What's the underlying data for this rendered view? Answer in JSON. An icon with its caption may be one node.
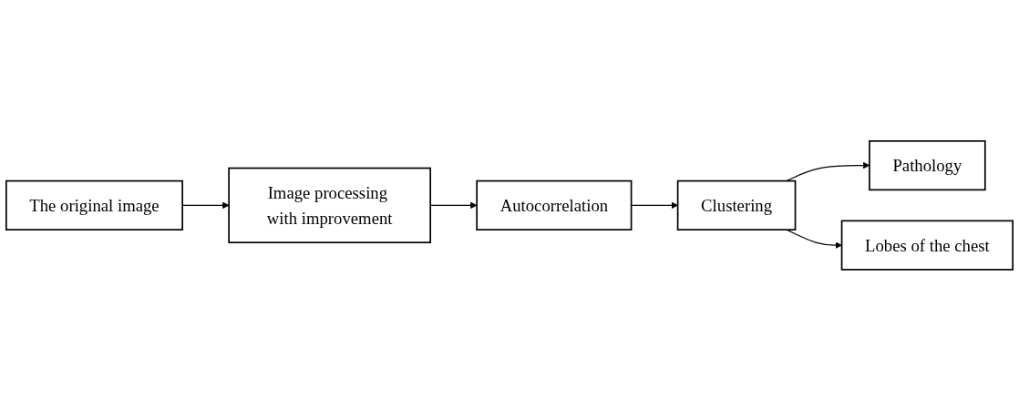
{
  "diagram": {
    "nodes": [
      {
        "text": [
          "The original image"
        ]
      },
      {
        "text": [
          "Image processing with improvement"
        ]
      },
      {
        "text": [
          "Autocorrelation"
        ]
      },
      {
        "text": [
          "Clustering"
        ]
      },
      {
        "text": [
          "Pathology"
        ]
      },
      {
        "text": [
          "Lobes of the chest"
        ]
      }
    ],
    "edges": [
      {
        "from": 0,
        "to": 1,
        "arrow": "to"
      },
      {
        "from": 1,
        "to": 2,
        "arrow": "to"
      },
      {
        "from": 2,
        "to": 3,
        "arrow": "to"
      },
      {
        "from": 3,
        "to": 4,
        "arrow": "to"
      },
      {
        "from": 3,
        "to": 5,
        "arrow": "to"
      }
    ]
  }
}
